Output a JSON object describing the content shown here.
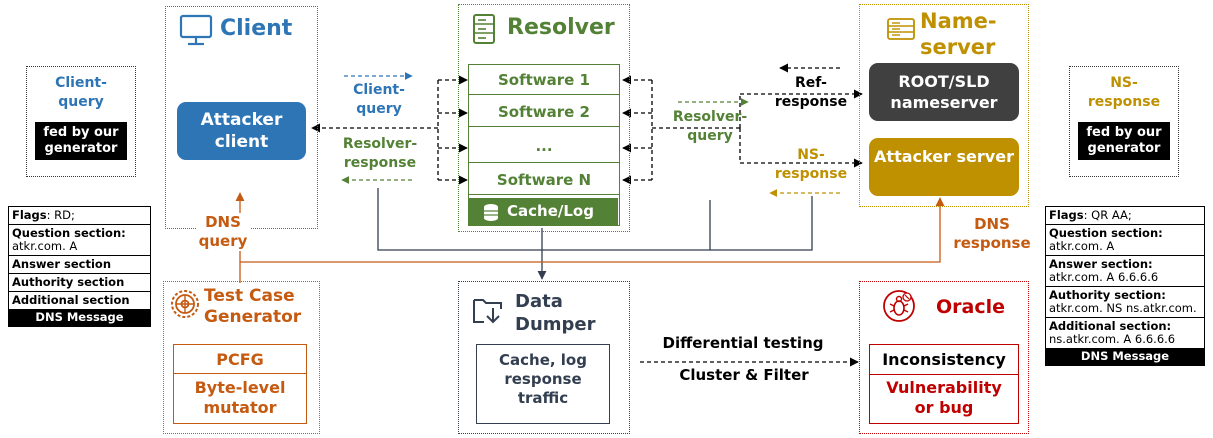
{
  "client": {
    "title": "Client",
    "attacker": "Attacker client"
  },
  "resolver": {
    "title": "Resolver",
    "software": [
      "Software 1",
      "Software 2",
      "...",
      "Software N"
    ],
    "cache": "Cache/Log"
  },
  "nameserver": {
    "title": "Name-server",
    "root": "ROOT/SLD nameserver",
    "attacker": "Attacker server"
  },
  "labels": {
    "client_query": "Client-query",
    "resolver_response": "Resolver-response",
    "resolver_query": "Resolver-query",
    "ref_response": "Ref-response",
    "ns_response": "NS-response",
    "dns_query": "DNS query",
    "dns_response": "DNS response",
    "differential": "Differential testing",
    "cluster": "Cluster & Filter"
  },
  "left_fed": {
    "title": "Client-query",
    "fed": "fed by our generator"
  },
  "right_fed": {
    "title": "NS-response",
    "fed": "fed by our generator"
  },
  "left_msg": {
    "flags_key": "Flags",
    "flags_val": ": RD;",
    "question_key": "Question section:",
    "question_val": "atkr.com. A",
    "answer_key": "Answer section",
    "authority_key": "Authority section",
    "additional_key": "Additional section",
    "footer": "DNS Message"
  },
  "right_msg": {
    "flags_key": "Flags",
    "flags_val": ": QR AA;",
    "question_key": "Question section:",
    "question_val": "atkr.com. A",
    "answer_key": "Answer section:",
    "answer_val": "atkr.com. A 6.6.6.6",
    "authority_key": "Authority section:",
    "authority_val": "atkr.com. NS ns.atkr.com.",
    "additional_key": "Additional section:",
    "additional_val": "ns.atkr.com. A 6.6.6.6",
    "footer": "DNS Message"
  },
  "generator": {
    "title": "Test Case Generator",
    "items": [
      "PCFG",
      "Byte-level mutator"
    ]
  },
  "dumper": {
    "title": "Data Dumper",
    "content": "Cache, log response traffic"
  },
  "oracle": {
    "title": "Oracle",
    "items": [
      "Inconsistency",
      "Vulnerability or bug"
    ]
  }
}
